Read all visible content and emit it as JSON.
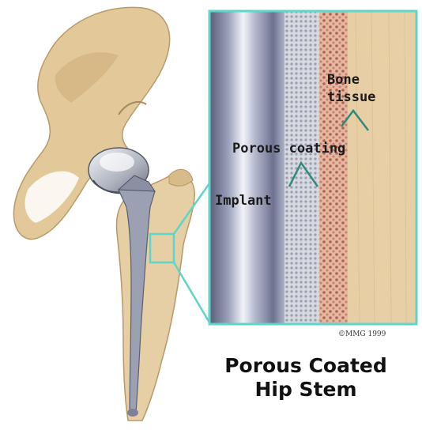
{
  "labels": {
    "bone_tissue_line1": "Bone",
    "bone_tissue_line2": "tissue",
    "porous_coating": "Porous coating",
    "implant": "Implant"
  },
  "copyright": "©MMG 1999",
  "title": {
    "line1": "Porous Coated",
    "line2": "Hip Stem"
  },
  "colors": {
    "frame": "#5fd4c8",
    "bone": "#e6cfa0",
    "implant_metal": "#8a8fa8",
    "porous": "#c9ccd6",
    "bone_interface": "#c47a64",
    "pointer": "#2e8b7a"
  }
}
